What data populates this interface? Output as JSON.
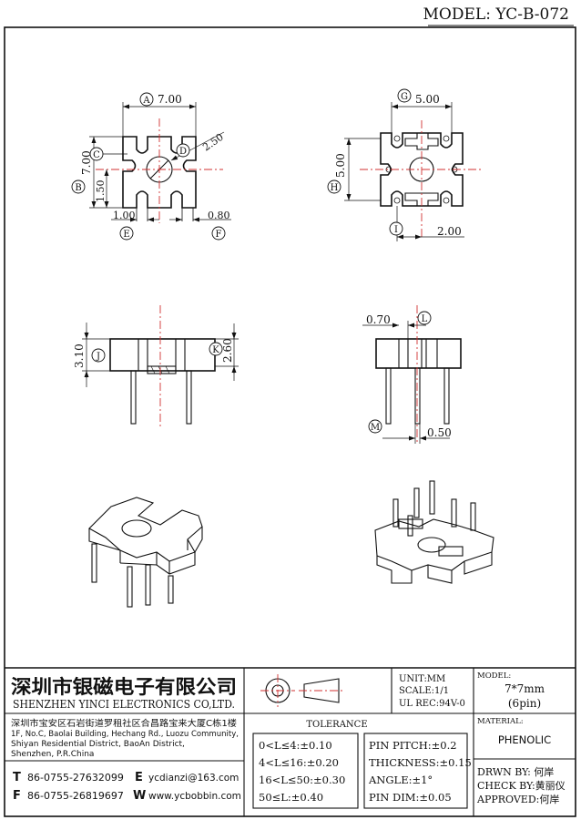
{
  "model_header": "MODEL: YC-B-072",
  "views": {
    "top_a": {
      "width_dim": "7.00",
      "height_dim": "7.00",
      "d_dim": "2.50",
      "c_dim": "1.50",
      "e_dim": "1.00",
      "f_dim": "0.80",
      "labels": {
        "a": "A",
        "b": "B",
        "c": "C",
        "d": "D",
        "e": "E",
        "f": "F"
      }
    },
    "top_b": {
      "width_dim": "5.00",
      "height_dim": "5.00",
      "i_dim": "2.00",
      "labels": {
        "g": "G",
        "h": "H",
        "i": "I"
      }
    },
    "side_a": {
      "j_dim": "3.10",
      "k_dim": "2.60",
      "labels": {
        "j": "J",
        "k": "K"
      }
    },
    "side_b": {
      "l_dim": "0.70",
      "m_dim": "0.50",
      "labels": {
        "l": "L",
        "m": "M"
      }
    }
  },
  "title_block": {
    "company_cn": "深圳市银磁电子有限公司",
    "company_en": "SHENZHEN YINCI ELECTRONICS CO,LTD.",
    "address_cn": "深圳市宝安区石岩街道罗租社区合昌路宝来大厦C栋1楼",
    "address_en": [
      "1F, No.C, Baolai Building, Hechang Rd., Luozu Community,",
      "Shiyan Residential District, BaoAn District,",
      "Shenzhen, P.R.China"
    ],
    "tel_label": "T",
    "tel": "86-0755-27632099",
    "fax_label": "F",
    "fax": "86-0755-26819697",
    "email_label": "E",
    "email": "ycdianzi@163.com",
    "web_label": "W",
    "web": "www.ycbobbin.com",
    "unit": "UNIT:MM",
    "scale": "SCALE:1/1",
    "ul_rec": "UL REC:94V-0",
    "tolerance_title": "TOLERANCE",
    "tolerances": [
      "0<L≤4:±0.10",
      "4<L≤16:±0.20",
      "16<L≤50:±0.30",
      "50≤L:±0.40"
    ],
    "pin_specs": [
      "PIN PITCH:±0.2",
      "THICKNESS:±0.15",
      "ANGLE:±1°",
      "PIN DIM:±0.05"
    ],
    "model_label": "MODEL:",
    "model_size": "7*7mm",
    "model_pins": "(6pin)",
    "material_label": "MATERIAL:",
    "material": "PHENOLIC",
    "drawn_by": "DRWN BY: 何岸",
    "check_by": "CHECK BY:黄丽仪",
    "approved": "APPROVED:何岸"
  }
}
